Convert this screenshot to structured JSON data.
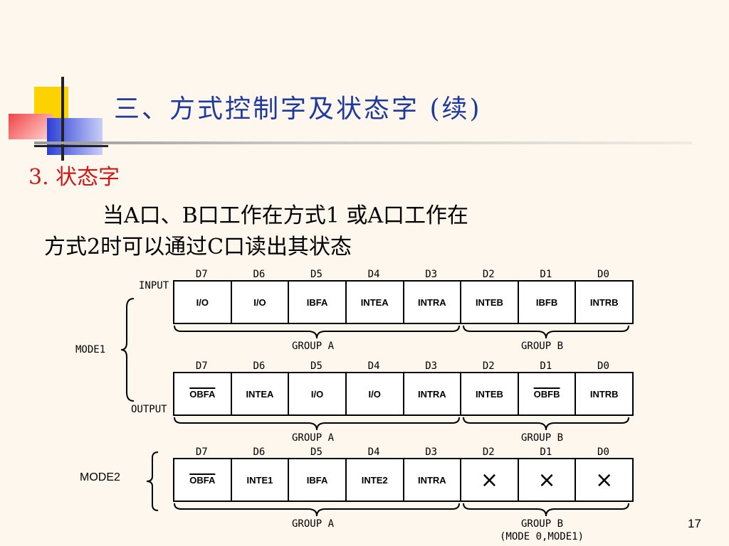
{
  "title": "三、方式控制字及状态字 (续)",
  "section": "3. 状态字",
  "body": {
    "line1": "当A口、B口工作在方式1 或A口工作在",
    "line2": "方式2时可以通过C口读出其状态"
  },
  "bit_labels": [
    "D7",
    "D6",
    "D5",
    "D4",
    "D3",
    "D2",
    "D1",
    "D0"
  ],
  "labels": {
    "input": "INPUT",
    "output": "OUTPUT",
    "mode1": "MODE1",
    "mode2": "MODE2",
    "group_a": "GROUP A",
    "group_b": "GROUP B",
    "group_b_note": "(MODE 0,MODE1)"
  },
  "mode1_input": [
    "I/O",
    "I/O",
    "IBFA",
    "INTEA",
    "INTRA",
    "INTEB",
    "IBFB",
    "INTRB"
  ],
  "mode1_output": [
    "OBFA",
    "INTEA",
    "I/O",
    "I/O",
    "INTRA",
    "INTEB",
    "OBFB",
    "INTRB"
  ],
  "mode2": [
    "OBFA",
    "INTE1",
    "IBFA",
    "INTE2",
    "INTRA",
    "×",
    "×",
    "×"
  ],
  "page_number": "17",
  "colors": {
    "title": "#1f3a9e",
    "section": "#d11616",
    "background": "#fdf7ee"
  }
}
